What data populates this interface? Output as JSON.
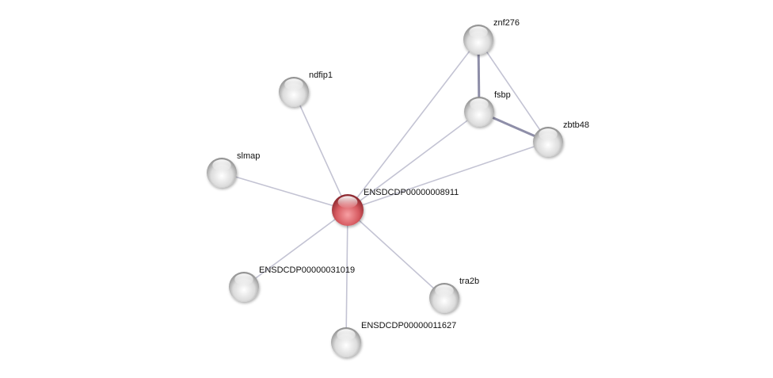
{
  "network": {
    "nodes": [
      {
        "id": "center",
        "label": "ENSDCDP00000008911",
        "query": true
      },
      {
        "id": "znf276",
        "label": "znf276"
      },
      {
        "id": "fsbp",
        "label": "fsbp"
      },
      {
        "id": "zbtb48",
        "label": "zbtb48"
      },
      {
        "id": "ndfip1",
        "label": "ndfip1"
      },
      {
        "id": "slmap",
        "label": "slmap"
      },
      {
        "id": "e31019",
        "label": "ENSDCDP00000031019"
      },
      {
        "id": "e11627",
        "label": "ENSDCDP00000011627"
      },
      {
        "id": "tra2b",
        "label": "tra2b"
      }
    ],
    "edges": [
      {
        "from": "center",
        "to": "znf276",
        "strong": false
      },
      {
        "from": "center",
        "to": "fsbp",
        "strong": false
      },
      {
        "from": "center",
        "to": "zbtb48",
        "strong": false
      },
      {
        "from": "center",
        "to": "ndfip1",
        "strong": false
      },
      {
        "from": "center",
        "to": "slmap",
        "strong": false
      },
      {
        "from": "center",
        "to": "e31019",
        "strong": false
      },
      {
        "from": "center",
        "to": "e11627",
        "strong": false
      },
      {
        "from": "center",
        "to": "tra2b",
        "strong": false
      },
      {
        "from": "znf276",
        "to": "fsbp",
        "strong": true
      },
      {
        "from": "znf276",
        "to": "zbtb48",
        "strong": false
      },
      {
        "from": "fsbp",
        "to": "zbtb48",
        "strong": true
      }
    ],
    "colors": {
      "query": "#d9545b",
      "node": "#d8d8d8",
      "edge": "#c3c3d3",
      "edge_strong": "#8e8ea8"
    }
  }
}
